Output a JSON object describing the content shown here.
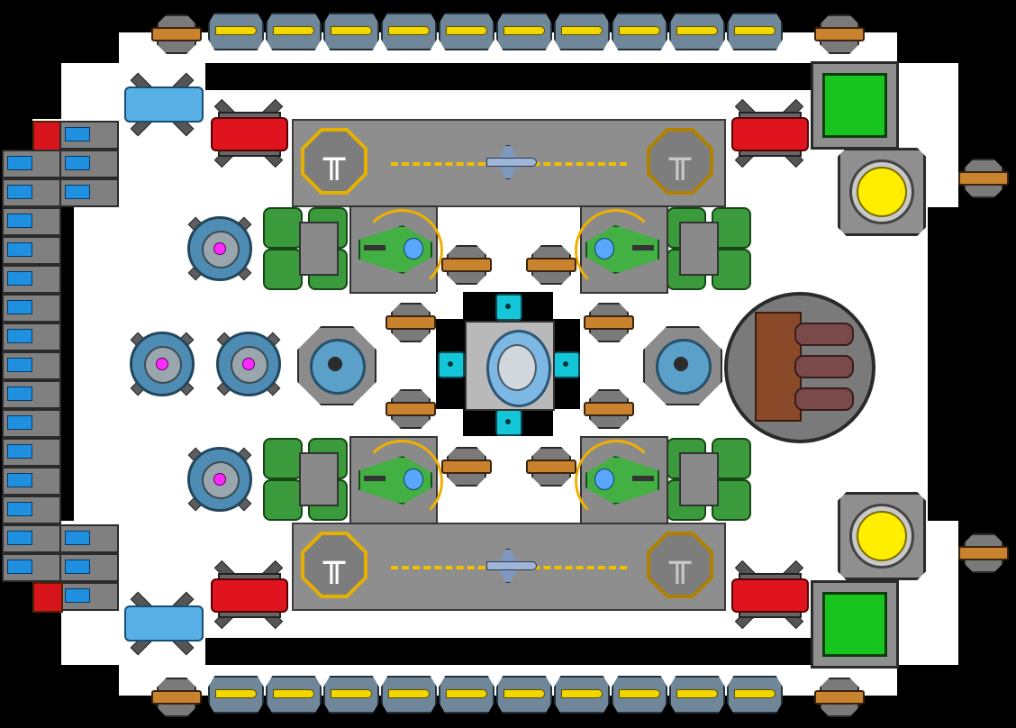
{
  "scene": {
    "title": "",
    "colors": {
      "background": "#000000",
      "hull": "#ffffff",
      "missile": "#f2d600",
      "battery": "#1f8fe0",
      "shield_core": "#ff2aff",
      "engine": "#3b9a3b",
      "cannon": "#e0141e",
      "beam": "#58b0e6",
      "node": "#14c7d8",
      "green_module": "#18c51e",
      "yellow_light": "#ffee00"
    }
  },
  "top_row": {
    "mount_left": "gun-mount",
    "pods": 10,
    "mount_right": "gun-mount"
  },
  "bottom_row": {
    "mount_left": "gun-mount",
    "pods": 10,
    "mount_right": "gun-mount"
  },
  "runways": [
    {
      "name": "runway-top",
      "pad_glyph_left": "╥",
      "pad_glyph_right": "╥"
    },
    {
      "name": "runway-bottom",
      "pad_glyph_left": "╥",
      "pad_glyph_right": "╥"
    }
  ],
  "icons": {
    "gun": "gun-mount-icon",
    "missile": "missile-pod-icon",
    "battery": "battery-cell-icon",
    "shield": "shield-generator-icon",
    "engine": "engine-icon",
    "fighter": "fighter-bay-icon",
    "cannon": "red-cannon-icon",
    "beam": "beam-emitter-icon",
    "node": "cyan-node-icon",
    "cockpit": "cockpit-icon",
    "generator": "generator-icon",
    "big_turret": "heavy-turret-icon",
    "green_module": "green-module-icon",
    "yellow_light": "yellow-light-icon"
  }
}
